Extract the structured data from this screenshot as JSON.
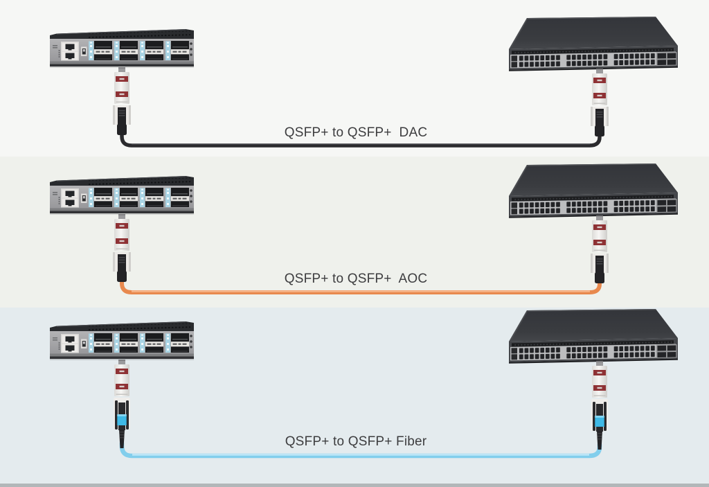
{
  "diagram": {
    "rows": [
      {
        "id": "dac",
        "label": "QSFP+ to QSFP+  DAC",
        "cable_color": "#2b2b2e",
        "cable_core": "#45454a"
      },
      {
        "id": "aoc",
        "label": "QSFP+ to QSFP+  AOC",
        "cable_color": "#e8894e",
        "cable_core": "#f6b488"
      },
      {
        "id": "fiber",
        "label": "QSFP+ to QSFP+ Fiber",
        "cable_color": "#82ceec",
        "cable_core": "#bce5f6"
      }
    ],
    "band_colors": [
      "#f6f7f5",
      "#eff1ec",
      "#e4ebee"
    ],
    "footer_color": "#b2b7b9"
  }
}
